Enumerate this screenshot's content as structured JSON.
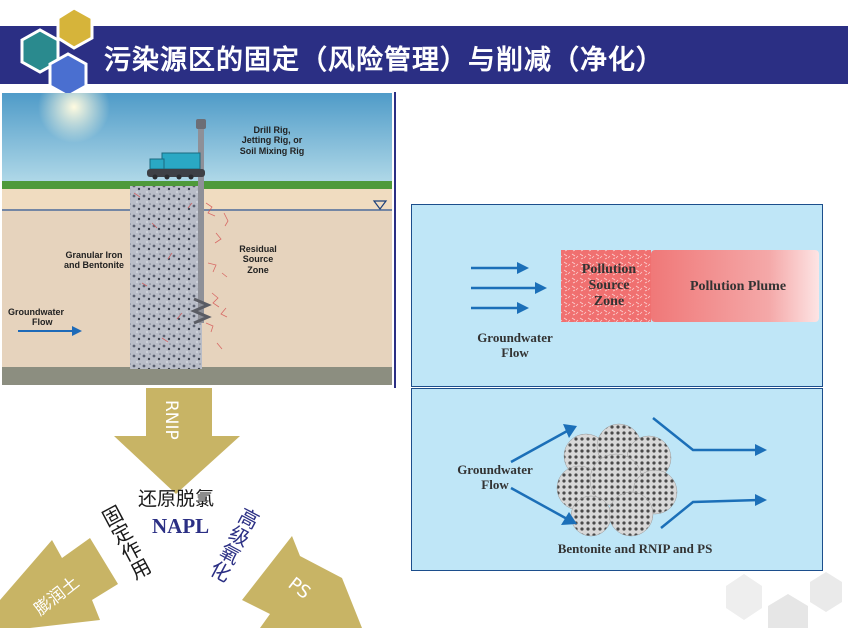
{
  "title": "污染源区的固定（风险管理）与削减（净化）",
  "illustration": {
    "rig_label": [
      "Drill Rig,",
      "Jetting Rig, or",
      "Soil Mixing Rig"
    ],
    "iron_label": [
      "Granular Iron",
      "and Bentonite"
    ],
    "residual_label": [
      "Residual",
      "Source",
      "Zone"
    ],
    "groundwater_label": [
      "Groundwater",
      "Flow"
    ]
  },
  "panel_top": {
    "source_label": [
      "Pollution",
      "Source",
      "Zone"
    ],
    "plume_label": "Pollution Plume",
    "flow_label": [
      "Groundwater",
      "Flow"
    ]
  },
  "panel_bottom": {
    "flow_label": [
      "Groundwater",
      "Flow"
    ],
    "caption": "Bentonite and RNIP and PS"
  },
  "mechanism": {
    "arrow_top_label": "RNIP",
    "arrow_left_label": "膨润土",
    "arrow_right_label": "PS",
    "center_top": "还原脱氯",
    "center_main": "NAPL",
    "left_vertical": "固定作用",
    "right_vertical": "高级氧化"
  },
  "colors": {
    "title_bar": "#2b2f84",
    "hex_yellow": "#d6b43a",
    "hex_teal": "#2a8a8e",
    "hex_blue": "#4a6fd0",
    "arrow_fill": "#c8b465",
    "panel_bg": "#bfe6f7",
    "flow_arrow": "#1b6fb8"
  }
}
